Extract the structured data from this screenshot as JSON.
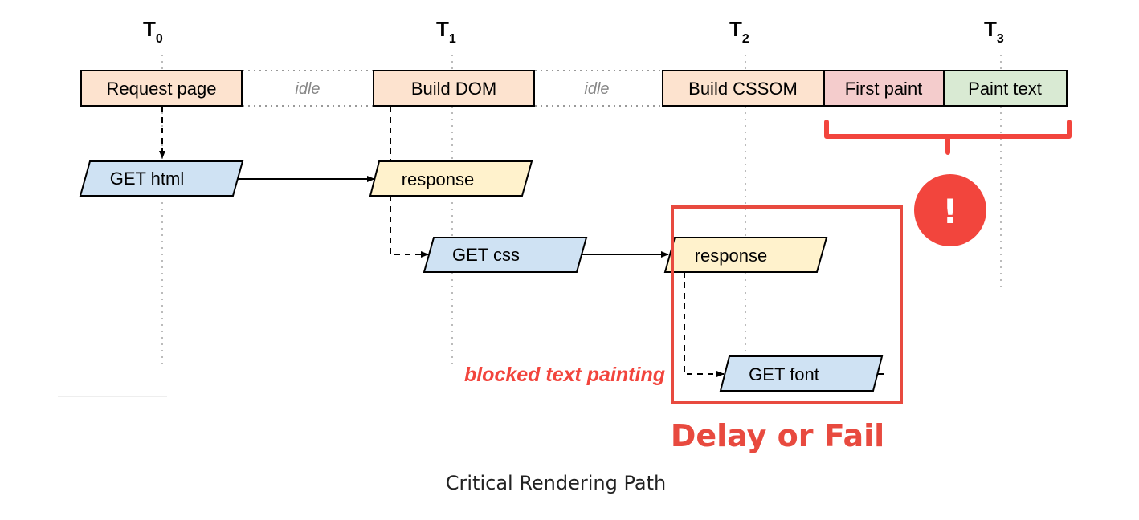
{
  "timeline": {
    "markers": [
      {
        "letter": "T",
        "sub": "0"
      },
      {
        "letter": "T",
        "sub": "1"
      },
      {
        "letter": "T",
        "sub": "2"
      },
      {
        "letter": "T",
        "sub": "3"
      }
    ]
  },
  "stages": {
    "request_page": "Request page",
    "idle_1": "idle",
    "build_dom": "Build DOM",
    "idle_2": "idle",
    "build_cssom": "Build CSSOM",
    "first_paint": "First paint",
    "paint_text": "Paint text"
  },
  "requests": {
    "get_html": "GET html",
    "response_1": "response",
    "get_css": "GET css",
    "response_2": "response",
    "get_font": "GET font"
  },
  "annotations": {
    "blocked": "blocked text painting",
    "alert_symbol": "!",
    "delay_or_fail": "Delay or Fail"
  },
  "caption": "Critical Rendering Path",
  "colors": {
    "orange_box": "#fde3cf",
    "pink_box": "#f4cccc",
    "green_box": "#d9ead3",
    "blue_box": "#cfe2f3",
    "yellow_box": "#fff2cc",
    "alert_red": "#f2453d"
  }
}
